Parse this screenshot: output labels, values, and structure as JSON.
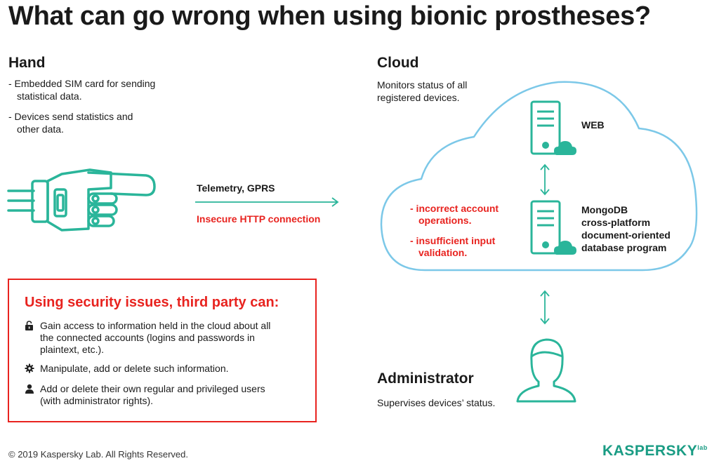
{
  "title": "What can go wrong when using bionic prostheses?",
  "hand": {
    "heading": "Hand",
    "bullets": [
      "- Embedded SIM card for sending statistical data.",
      "- Devices send statistics and other data."
    ]
  },
  "connection": {
    "telemetry": "Telemetry, GPRS",
    "insecure": "Insecure HTTP connection"
  },
  "cloud": {
    "heading": "Cloud",
    "description": "Monitors status of all registered devices.",
    "web_label": "WEB",
    "db_label": [
      "MongoDB",
      "cross-platform",
      "document-oriented",
      "database program"
    ],
    "issues": [
      "- incorrect account operations.",
      "- insufficient input validation."
    ]
  },
  "security": {
    "heading": "Using security issues, third party can:",
    "items": [
      {
        "icon": "unlocked-padlock-icon",
        "text": "Gain access to information held in the cloud about all the connected accounts (logins and passwords in plaintext, etc.)."
      },
      {
        "icon": "gear-icon",
        "text": "Manipulate, add or delete such information."
      },
      {
        "icon": "user-icon",
        "text": "Add or delete their own regular and privileged users (with administrator rights)."
      }
    ]
  },
  "administrator": {
    "heading": "Administrator",
    "description": "Supervises devices’ status."
  },
  "footer": {
    "copyright": "© 2019 Kaspersky Lab. All Rights Reserved.",
    "logo": "KASPERSKY",
    "logo_suffix": "lab"
  },
  "colors": {
    "teal": "#2ab59a",
    "cloud_outline": "#7cc8e8",
    "red": "#e8231f"
  }
}
